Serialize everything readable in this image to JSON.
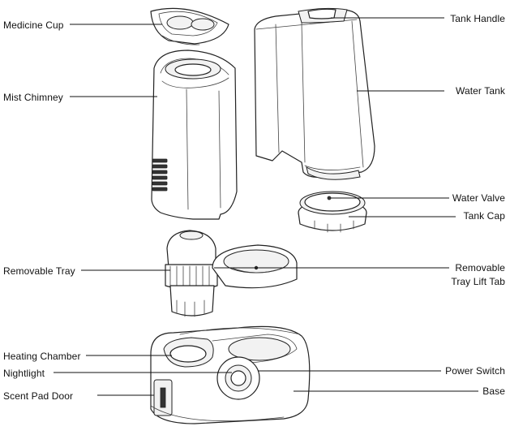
{
  "labels": {
    "medicine_cup": "Medicine Cup",
    "mist_chimney": "Mist Chimney",
    "removable_tray": "Removable Tray",
    "heating_chamber": "Heating Chamber",
    "nightlight": "Nightlight",
    "scent_pad_door": "Scent Pad Door",
    "tank_handle": "Tank Handle",
    "water_tank": "Water Tank",
    "water_valve": "Water Valve",
    "tank_cap": "Tank Cap",
    "removable_tray_lift_tab_line1": "Removable",
    "removable_tray_lift_tab_line2": "Tray Lift Tab",
    "power_switch": "Power Switch",
    "base": "Base"
  }
}
